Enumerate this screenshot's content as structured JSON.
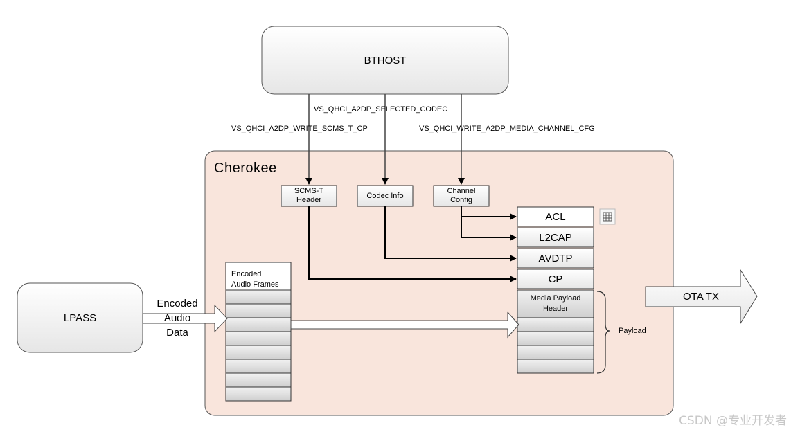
{
  "nodes": {
    "bthost": "BTHOST",
    "lpass": "LPASS",
    "cherokee": "Cherokee",
    "scms_t_header": "SCMS-T\nHeader",
    "codec_info": "Codec Info",
    "channel_config": "Channel\nConfig",
    "encoded_audio_frames": "Encoded\nAudio Frames",
    "ota_tx": "OTA TX",
    "encoded_audio_data": "Encoded\nAudio\nData",
    "payload": "Payload"
  },
  "stack": {
    "acl": "ACL",
    "l2cap": "L2CAP",
    "avdtp": "AVDTP",
    "cp": "CP",
    "media_payload_header": "Media Payload\nHeader"
  },
  "commands": {
    "selected_codec": "VS_QHCI_A2DP_SELECTED_CODEC",
    "write_scms_t_cp": "VS_QHCI_A2DP_WRITE_SCMS_T_CP",
    "write_media_channel_cfg": "VS_QHCI_WRITE_A2DP_MEDIA_CHANNEL_CFG"
  },
  "watermark": "CSDN @专业开发者",
  "colors": {
    "cherokee_fill": "#f9e5dc",
    "cell_fill": "#d9d9d9",
    "line": "#000000"
  },
  "icons": {
    "acl_side_icon": "screenshot-frame-icon"
  }
}
